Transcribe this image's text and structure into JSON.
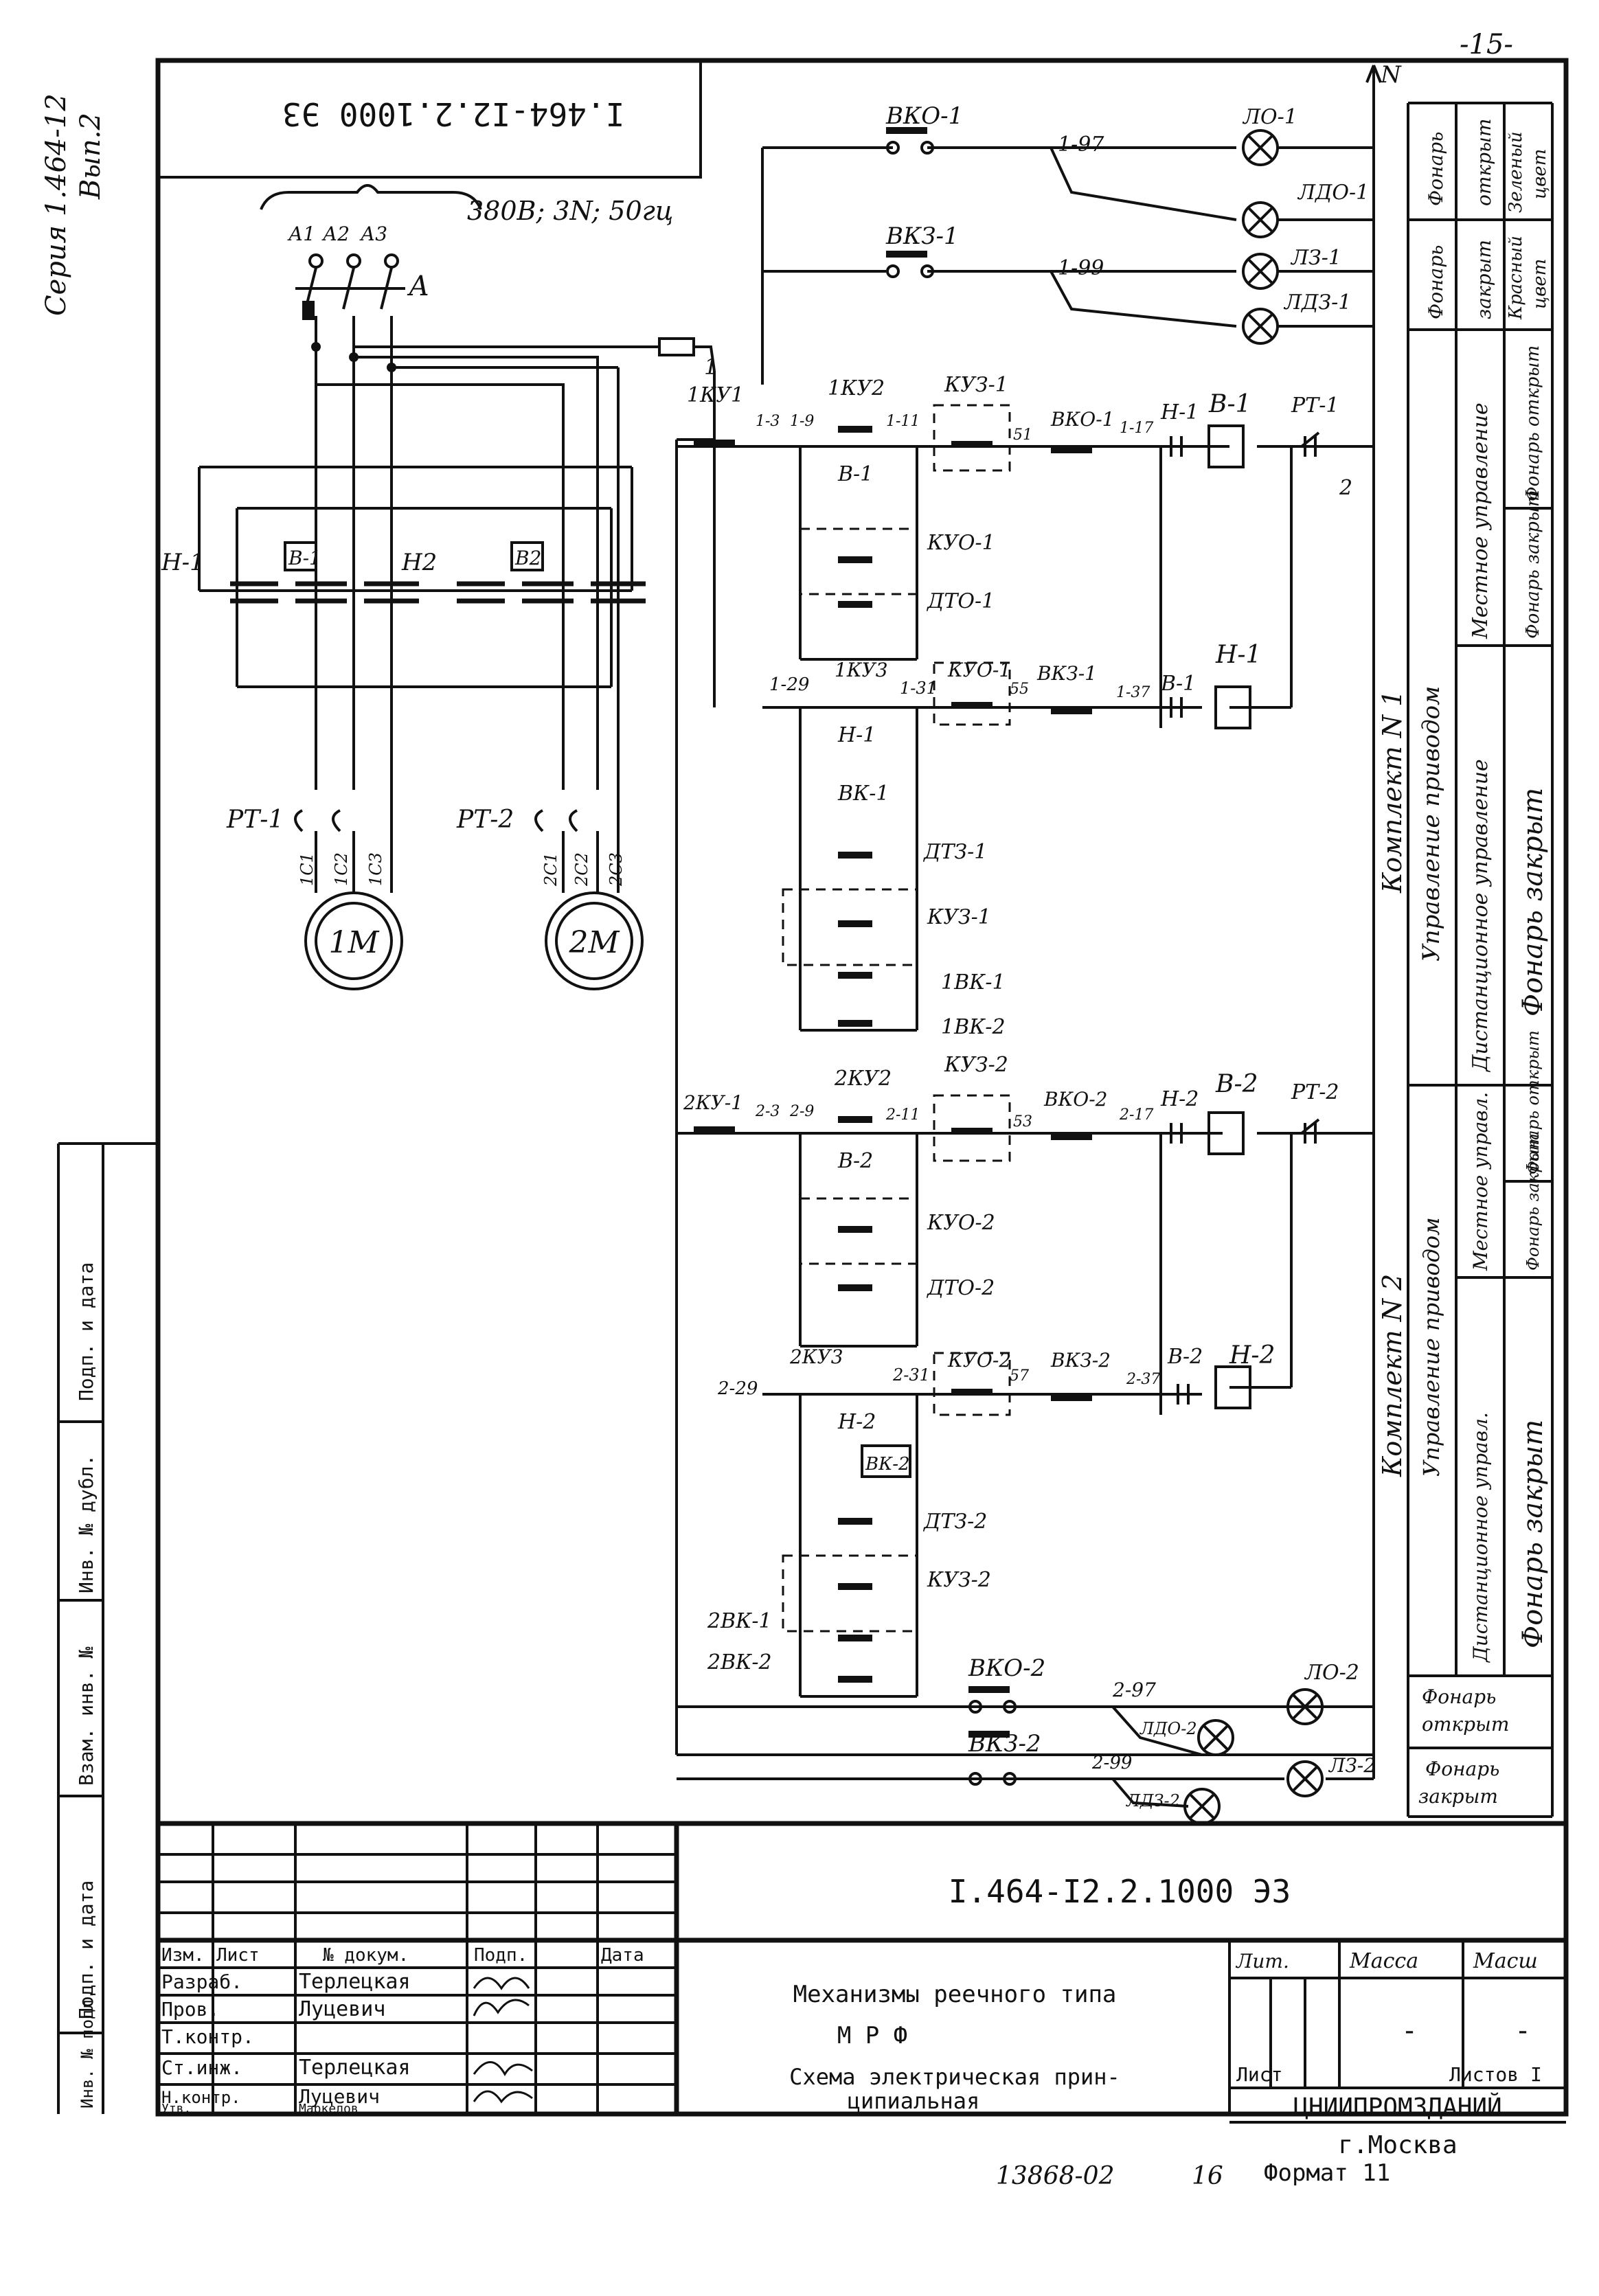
{
  "page": {
    "page_number": "-15-",
    "series_vertical": "Серия 1.464-12",
    "issue_vertical": "Вып.2"
  },
  "stamp_top": "I.464-I2.2.1000 Э3",
  "supply": {
    "voltage": "380В; 3N; 50гц",
    "phases": [
      "А1",
      "А2",
      "А3"
    ],
    "breaker": "А"
  },
  "neutral": "N",
  "node_labels": {
    "n1": "1",
    "n2": "2"
  },
  "power": {
    "reverser_1": [
      "Н-1",
      "В-1"
    ],
    "reverser_2": [
      "Н2",
      "В2"
    ],
    "relay_1": "РТ-1",
    "relay_2": "РТ-2",
    "motor_1": "1М",
    "motor_2": "2М",
    "leads_1": [
      "1С1",
      "1С2",
      "1С3"
    ],
    "leads_2": [
      "2С1",
      "2С2",
      "2С3"
    ]
  },
  "lamps": {
    "vko1": "ВКО-1",
    "vkz1": "ВКЗ-1",
    "w197": "1-97",
    "w199": "1-99",
    "lo1": "ЛО-1",
    "ldo1": "ЛДО-1",
    "lz1": "ЛЗ-1",
    "ldz1": "ЛДЗ-1",
    "vko2": "ВКО-2",
    "vkz2": "ВКЗ-2",
    "w297": "2-97",
    "w299": "2-99",
    "lo2": "ЛО-2",
    "ldo2": "ЛДО-2",
    "lz2": "ЛЗ-2",
    "ldz2": "ЛДЗ-2"
  },
  "set1": {
    "open_row": [
      "1КУ1",
      "1-3",
      "1-9",
      "1КУ2",
      "1-11",
      "КУЗ-1",
      "51",
      "ВКО-1",
      "1-17",
      "Н-1",
      "В-1",
      "РТ-1"
    ],
    "open_par": [
      "В-1",
      "КУО-1",
      "ДТО-1",
      "1КУ3"
    ],
    "close_row": [
      "1-29",
      "1-31",
      "КУО-1",
      "55",
      "ВКЗ-1",
      "1-37",
      "В-1",
      "Н-1"
    ],
    "close_par": [
      "Н-1",
      "ВК-1",
      "ДТЗ-1",
      "КУЗ-1",
      "1ВК-1",
      "1ВК-2"
    ]
  },
  "set2": {
    "open_row": [
      "2КУ-1",
      "2-3",
      "2-9",
      "2КУ2",
      "2-11",
      "КУЗ-2",
      "53",
      "ВКО-2",
      "2-17",
      "Н-2",
      "В-2",
      "РТ-2"
    ],
    "open_par": [
      "В-2",
      "КУО-2",
      "ДТО-2",
      "2КУ3"
    ],
    "close_row": [
      "2-29",
      "2-31",
      "КУО-2",
      "57",
      "ВКЗ-2",
      "2-37",
      "В-2",
      "Н-2"
    ],
    "close_par": [
      "Н-2",
      "ВК-2",
      "ДТЗ-2",
      "КУЗ-2",
      "2ВК-1",
      "2ВК-2"
    ]
  },
  "right_panel": {
    "lamp1_cols": [
      [
        "Фонарь",
        "открыт",
        "Зеленый",
        "цвет"
      ],
      [
        "Фонарь",
        "закрыт",
        "Красный",
        "цвет"
      ]
    ],
    "set1_title": "Комплект N 1",
    "set1_sub": "Управление приводом",
    "set1_cols": [
      "Местное управление",
      "Дистанционное управление"
    ],
    "set1_cells": [
      "Фонарь открыт",
      "Фонарь закрыт",
      "Фонарь закрыт"
    ],
    "set2_title": "Комплект N 2",
    "set2_sub": "Управление приводом",
    "set2_cols": [
      "Местное управл.",
      "Дистанционное управл."
    ],
    "set2_cells": [
      "Фонарь открыт",
      "Фонарь закрыт",
      "Фонарь закрыт"
    ],
    "bottom_open": [
      "Фонарь",
      "открыт"
    ],
    "bottom_closed": [
      "Фонарь",
      "закрыт"
    ]
  },
  "left_margin": [
    "Подп. и дата",
    "Инв. № дубл.",
    "Взам. инв. №",
    "Подп. и дата",
    "Инв. № подл."
  ],
  "title_block": {
    "code": "I.464-I2.2.1000 Э3",
    "headers": [
      "Изм.",
      "Лист",
      "№ докум.",
      "Подп.",
      "Дата"
    ],
    "rows": [
      {
        "role": "Разраб.",
        "name": "Терлецкая"
      },
      {
        "role": "Пров.",
        "name": "Луцевич"
      },
      {
        "role": "Т.контр.",
        "name": ""
      },
      {
        "role": "Ст.инж.",
        "name": "Терлецкая"
      },
      {
        "role": "Н.контр.",
        "name": "Луцевич"
      },
      {
        "role": "Утв.",
        "name": "Маркелов"
      }
    ],
    "title1": "Механизмы реечного типа",
    "title2": "М Р Ф",
    "title3": "Схема электрическая прин-",
    "title4": "ципиальная",
    "lit": "Лит.",
    "mass": "Масса",
    "scale": "Масш",
    "mass_val": "-",
    "scale_val": "-",
    "sheet": "Лист",
    "sheets": "Листов I",
    "org": "ЦНИИПРОМЗДАНИЙ",
    "city": "г.Москва",
    "format": "Формат 11",
    "archive": "13868-02",
    "archive2": "16"
  }
}
